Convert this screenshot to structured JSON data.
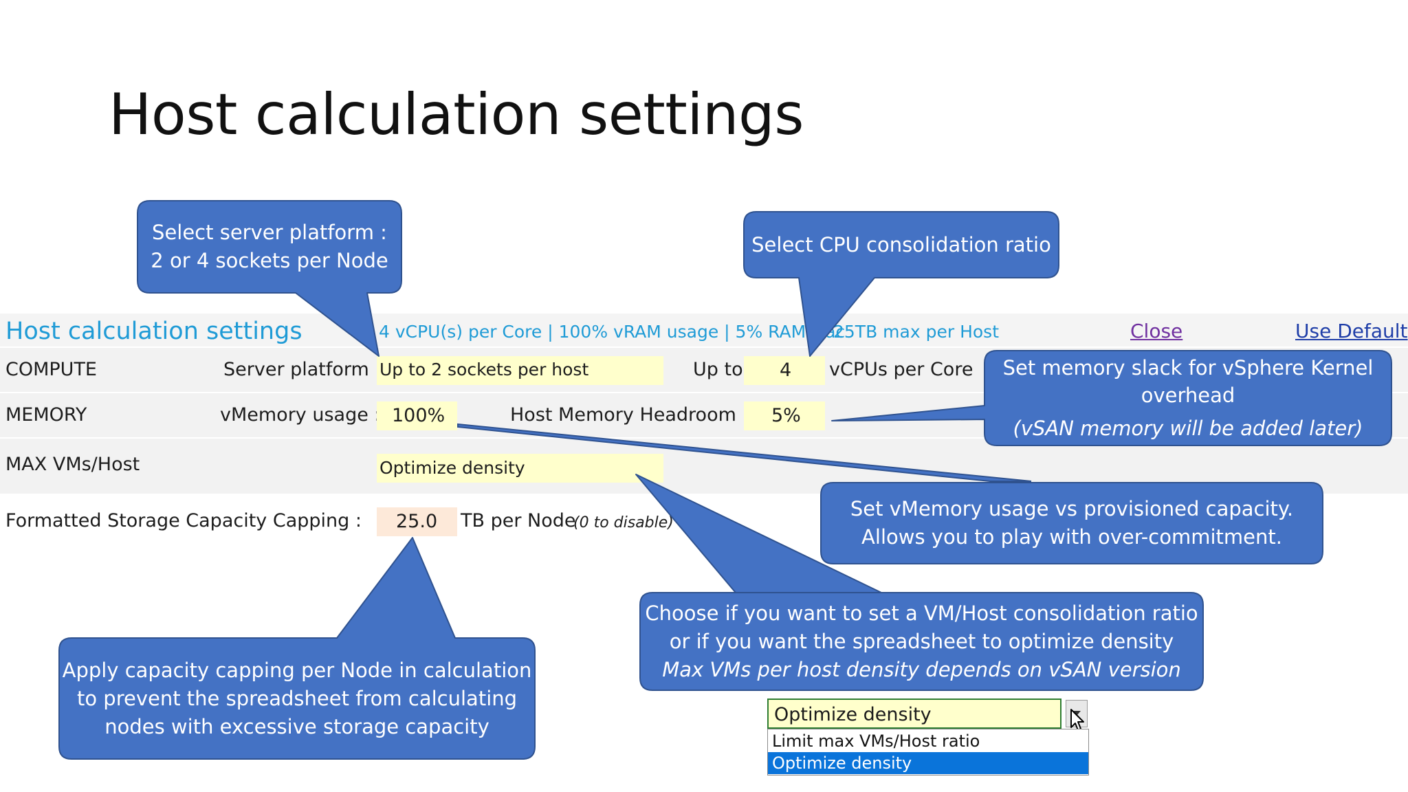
{
  "slide": {
    "title": "Host calculation settings"
  },
  "sheet": {
    "title": "Host calculation settings",
    "summary_left": "4 vCPU(s) per Core | 100% vRAM usage | 5% RAM slac",
    "summary_right": "25TB max per Host",
    "close_label": "Close",
    "use_default_label": "Use Default",
    "compute": {
      "label": "COMPUTE",
      "server_platform_label": "Server platform :",
      "server_platform_value": "Up to 2 sockets per host",
      "up_to_label": "Up to",
      "vcpu_value": "4",
      "vcpu_suffix": "vCPUs per Core"
    },
    "memory": {
      "label": "MEMORY",
      "vmemory_label": "vMemory usage :",
      "vmemory_value": "100%",
      "headroom_label": "Host Memory Headroom :",
      "headroom_value": "5%"
    },
    "max_vms": {
      "label": "MAX VMs/Host",
      "value": "Optimize density"
    },
    "storage": {
      "label": "Formatted Storage Capacity Capping :",
      "value": "25.0",
      "unit": "TB per Node",
      "hint": "(0 to disable)"
    }
  },
  "callouts": {
    "server_platform": {
      "line1": "Select server platform :",
      "line2": "2 or 4 sockets per Node"
    },
    "cpu_ratio": {
      "line1": "Select CPU consolidation ratio"
    },
    "memory_slack": {
      "line1": "Set memory slack for vSphere Kernel",
      "line2": "overhead",
      "line3": "(vSAN memory will be added later)"
    },
    "vmemory": {
      "line1": "Set vMemory usage vs provisioned capacity.",
      "line2": "Allows you to play with over-commitment."
    },
    "density": {
      "line1": "Choose if you want to set a VM/Host consolidation ratio",
      "line2": "or if you want the spreadsheet to optimize density",
      "line3": "Max VMs per host density depends on vSAN version"
    },
    "capping": {
      "line1": "Apply capacity capping per Node in calculation",
      "line2": "to prevent the spreadsheet from calculating",
      "line3": "nodes with excessive storage capacity"
    }
  },
  "dropdown": {
    "selected": "Optimize density",
    "options": [
      "Limit max VMs/Host ratio",
      "Optimize density"
    ]
  },
  "colors": {
    "callout_fill": "#4472c4",
    "callout_stroke": "#2f528f",
    "sheet_title": "#1f9bd6",
    "summary": "#1f9bd6",
    "close_link": "#7030a0",
    "default_link": "#1f3ea8",
    "input_yellow": "#ffffcc",
    "input_peach": "#fde9d9",
    "dropdown_highlight": "#0a74da"
  }
}
